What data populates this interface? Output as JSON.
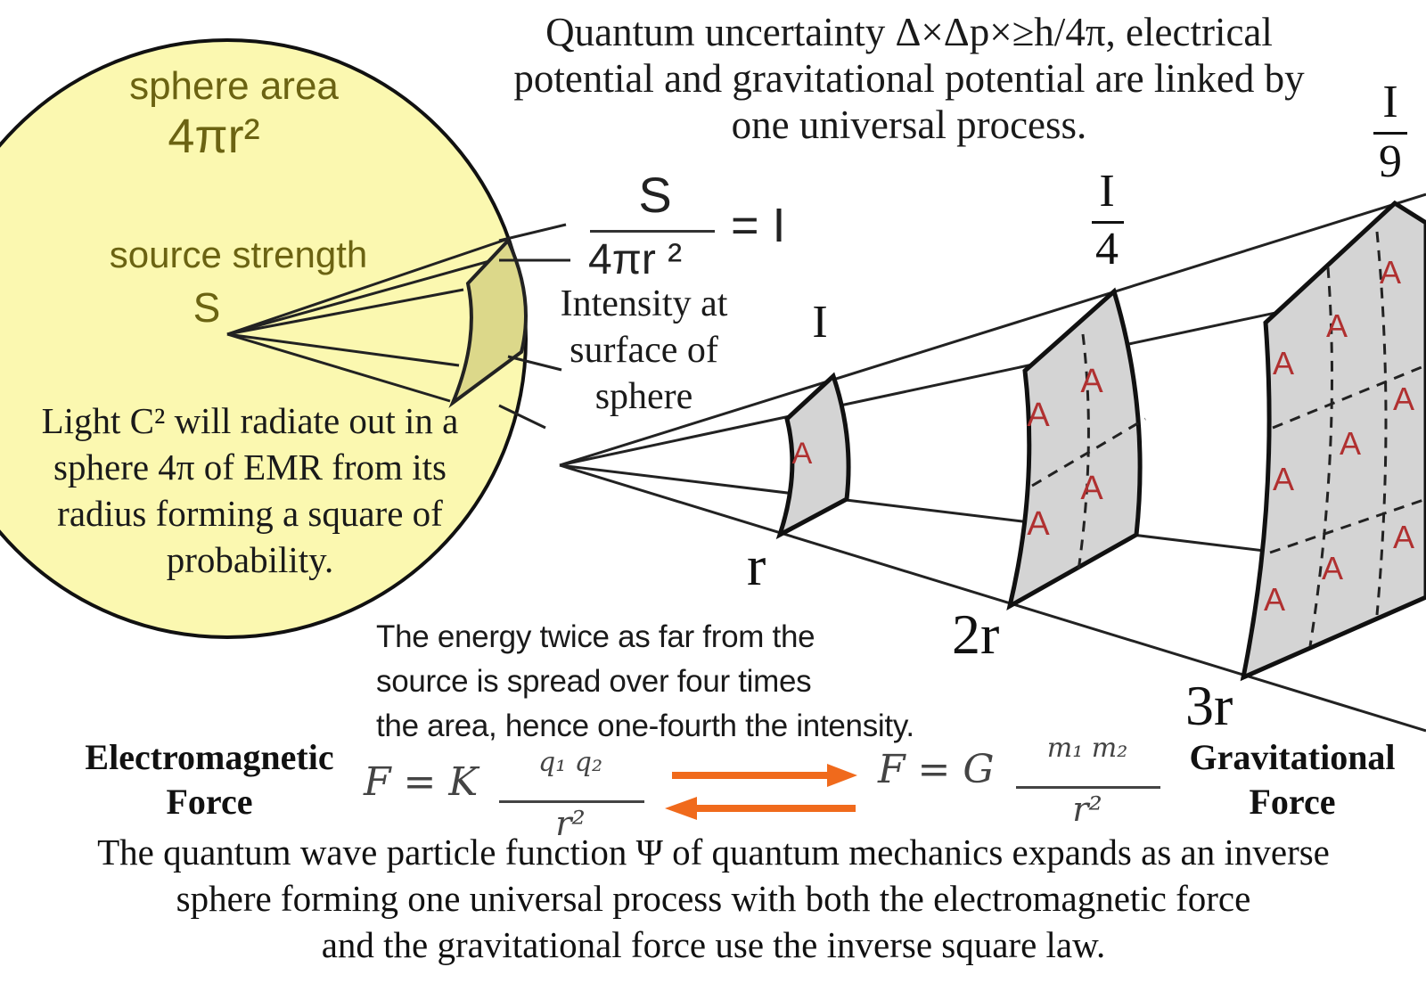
{
  "top_caption": "Quantum uncertainty Δ×Δp×≥h/4π, electrical potential and gravitational potential are linked by one universal process.",
  "sphere": {
    "area_label": "sphere area",
    "area_formula": "4πr²",
    "source_label": "source strength",
    "source_symbol": "S",
    "fill_color": "#fbf8b0"
  },
  "light_caption": "Light C² will radiate out in a sphere 4π of EMR from its radius forming a square of probability.",
  "intensity_formula": {
    "numerator": "S",
    "denominator": "4πr ²",
    "equals": "= I"
  },
  "intensity_caption": "Intensity at surface of sphere",
  "surfaces": [
    {
      "intensity_num": "I",
      "intensity_den": "",
      "distance": "r",
      "area_label": "A",
      "area_count": 1
    },
    {
      "intensity_num": "I",
      "intensity_den": "4",
      "distance": "2r",
      "area_label": "A",
      "area_count": 4
    },
    {
      "intensity_num": "I",
      "intensity_den": "9",
      "distance": "3r",
      "area_label": "A",
      "area_count": 9
    }
  ],
  "energy_caption": [
    "The energy twice as far from the",
    "source is spread over four times",
    "the area, hence one-fourth the intensity."
  ],
  "em_force": {
    "label_line1": "Electromagnetic",
    "label_line2": "Force",
    "lhs": "F = K",
    "numerator": "q₁  q₂",
    "denominator": "r²"
  },
  "grav_force": {
    "label_line1": "Gravitational",
    "label_line2": "Force",
    "lhs": "F = G",
    "numerator": "m₁ m₂",
    "denominator": "r²"
  },
  "arrow_color": "#f06a1c",
  "surface_color": "#d4d4d4",
  "area_label_color": "#b03030",
  "bottom_caption": [
    "The quantum wave particle function Ψ of quantum mechanics expands as an inverse",
    "sphere forming one universal process with both the electromagnetic force",
    "and the gravitational force use the inverse square law."
  ]
}
